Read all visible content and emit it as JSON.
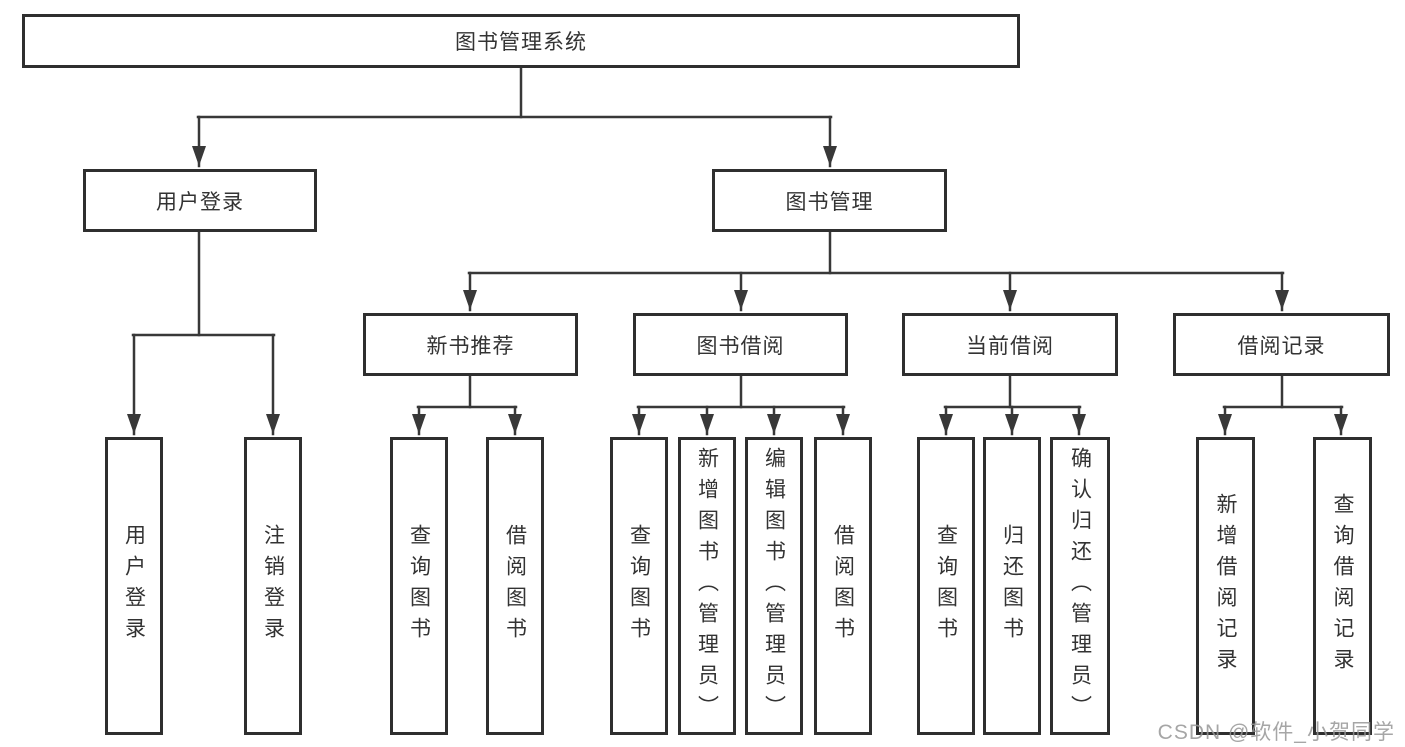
{
  "colors": {
    "background": "#ffffff",
    "line": "#383838",
    "box_border": "#2f2f2f",
    "text": "#333333",
    "watermark": "#969696"
  },
  "tree": {
    "root": "图书管理系统",
    "branches": [
      {
        "label": "用户登录",
        "children": [
          "用户登录",
          "注销登录"
        ]
      },
      {
        "label": "图书管理",
        "groups": [
          {
            "label": "新书推荐",
            "children": [
              "查询图书",
              "借阅图书"
            ]
          },
          {
            "label": "图书借阅",
            "children": [
              "查询图书",
              "新增图书（管理员）",
              "编辑图书（管理员）",
              "借阅图书"
            ]
          },
          {
            "label": "当前借阅",
            "children": [
              "查询图书",
              "归还图书",
              "确认归还（管理员）"
            ]
          },
          {
            "label": "借阅记录",
            "children": [
              "新增借阅记录",
              "查询借阅记录"
            ]
          }
        ]
      }
    ]
  },
  "watermark": {
    "text": "CSDN @软件_小贺同学"
  }
}
